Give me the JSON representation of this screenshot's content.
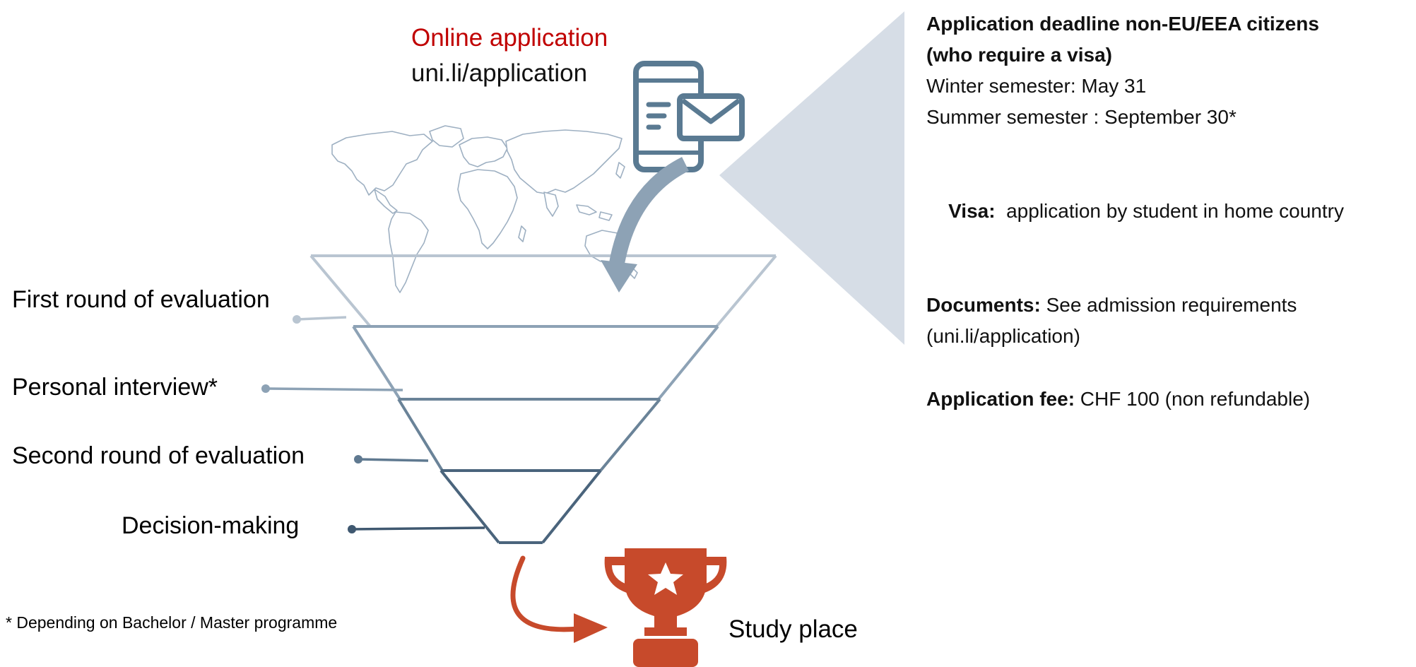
{
  "colors": {
    "accent_red": "#c00000",
    "trophy_orange": "#c74a2b",
    "funnel_level_1": "#b9c5d1",
    "funnel_level_2": "#8da2b5",
    "funnel_level_3": "#6a8398",
    "funnel_level_4": "#4a647c",
    "phone_icon": "#5a7a92",
    "callout_fill": "#d6dde6"
  },
  "online": {
    "title": "Online application",
    "url": "uni.li/application"
  },
  "stages": [
    {
      "label": "First round of evaluation"
    },
    {
      "label": "Personal interview*"
    },
    {
      "label": "Second round of evaluation"
    },
    {
      "label": "Decision-making"
    }
  ],
  "footnote": "* Depending on Bachelor / Master programme",
  "result": "Study place",
  "icons": [
    "world-map-icon",
    "phone-mail-icon",
    "arrow-down-icon",
    "arrow-right-icon",
    "trophy-star-icon"
  ],
  "info": {
    "deadline_heading_1": "Application deadline non-EU/EEA citizens",
    "deadline_heading_2": "(who require a visa)",
    "winter": "Winter semester: May 31",
    "summer": "Summer semester : September 30*",
    "visa_label": "Visa:",
    "visa_text": "  application by student in home country",
    "documents_label": "Documents:",
    "documents_text": " See admission requirements",
    "documents_link": "(uni.li/application)",
    "fee_label": "Application fee:",
    "fee_text": " CHF 100 (non refundable)"
  }
}
